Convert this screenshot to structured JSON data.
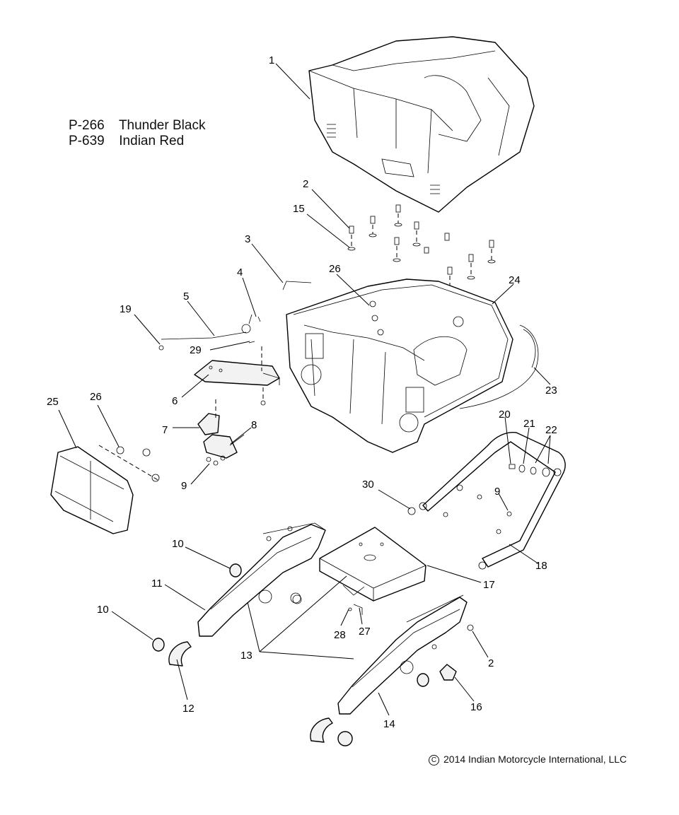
{
  "legend": [
    {
      "code": "P-266",
      "color_name": "Thunder Black"
    },
    {
      "code": "P-639",
      "color_name": "Indian Red"
    }
  ],
  "copyright": {
    "symbol": "C",
    "text": "2014 Indian Motorcycle International, LLC"
  },
  "callouts": [
    "1",
    "2",
    "15",
    "3",
    "26",
    "24",
    "4",
    "5",
    "19",
    "29",
    "23",
    "6",
    "20",
    "21",
    "22",
    "25",
    "26",
    "7",
    "8",
    "9",
    "30",
    "9",
    "10",
    "11",
    "18",
    "17",
    "10",
    "28",
    "27",
    "13",
    "2",
    "12",
    "14",
    "16"
  ]
}
